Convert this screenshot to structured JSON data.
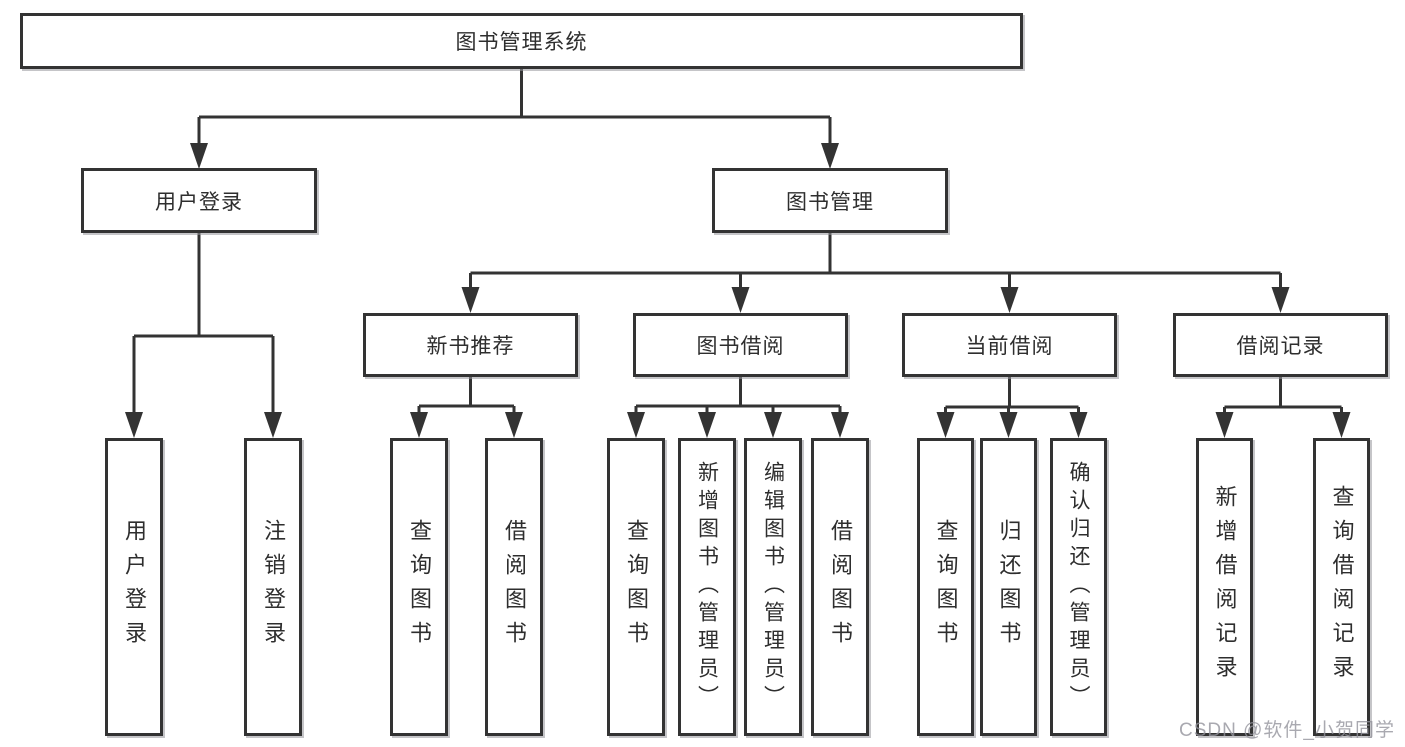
{
  "nodes": {
    "root": "图书管理系统",
    "level2": [
      "用户登录",
      "图书管理"
    ],
    "level3": [
      "新书推荐",
      "图书借阅",
      "当前借阅",
      "借阅记录"
    ],
    "leaves": [
      "用户登录",
      "注销登录",
      "查询图书",
      "借阅图书",
      "查询图书",
      "新增图书（管理员）",
      "编辑图书（管理员）",
      "借阅图书",
      "查询图书",
      "归还图书",
      "确认归还（管理员）",
      "新增借阅记录",
      "查询借阅记录"
    ]
  },
  "watermark": "CSDN @软件_小贺同学",
  "colors": {
    "line": "#333333",
    "text": "#2e2e2e",
    "background": "#ffffff",
    "watermark": "#9494a0"
  }
}
